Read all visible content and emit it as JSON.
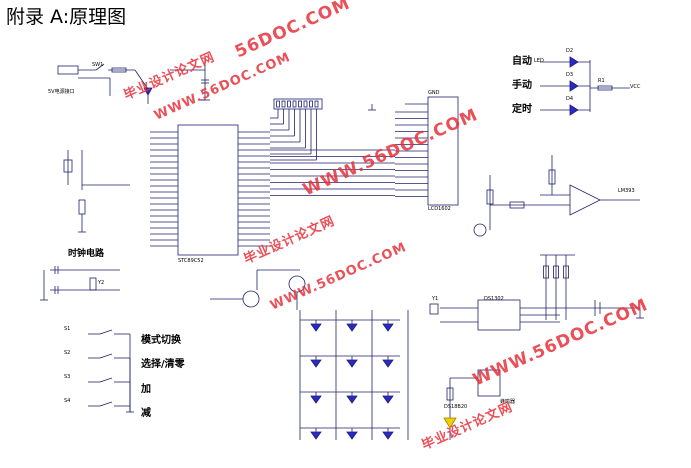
{
  "title": "附录 A:原理图",
  "labels": {
    "auto": "自动",
    "manual": "手动",
    "timer": "定时",
    "clock_circuit": "时钟电路",
    "mode_switch": "模式切换",
    "select_clear": "选择/清零",
    "add": "加",
    "sub": "减"
  },
  "watermarks": {
    "site": "WWW.56DOC.COM",
    "site_short": "56DOC.COM",
    "slogan": "毕业设计论文网"
  },
  "components": {
    "mcu": "STC89C52",
    "lcd": "LCD1602",
    "ds1302": "DS1302",
    "opamp": "LM393",
    "sw": "SW1",
    "power_label": "5V电源接口",
    "crystal_top": "Y1",
    "crystal_mid": "Y2",
    "buzzer": "蜂鸣器",
    "temp_sensor": "DS18B20",
    "relay_led": "LED",
    "keys": [
      "S1",
      "S2",
      "S3",
      "S4"
    ],
    "leds": [
      "D2",
      "D3",
      "D4"
    ],
    "resistor_r1": "R1",
    "vcc": "VCC",
    "gnd": "GND"
  },
  "colors": {
    "wire": "#1f1f6e",
    "ink": "#222222",
    "led": "#2a2ac8",
    "watermark": "#e8313a"
  }
}
